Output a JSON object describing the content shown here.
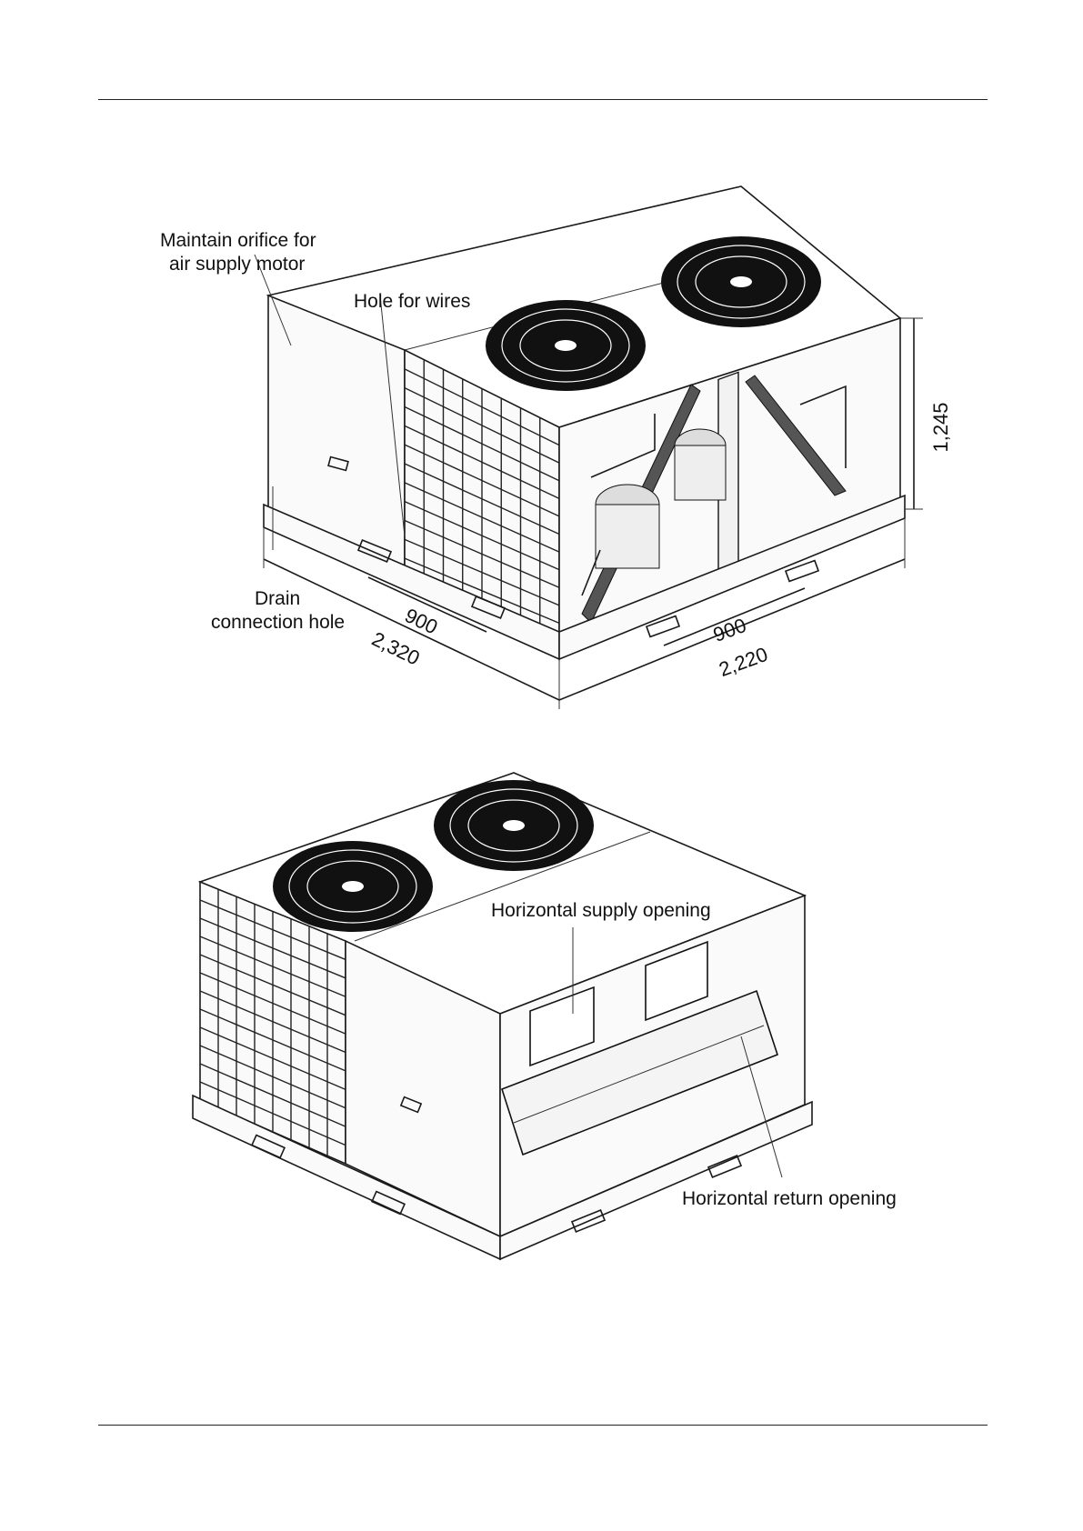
{
  "figure1": {
    "labels": {
      "orifice_line1": "Maintain orifice for",
      "orifice_line2": "air supply motor",
      "hole_for_wires": "Hole for wires",
      "drain_line1": "Drain",
      "drain_line2": "connection hole"
    },
    "dimensions": {
      "height": "1,245",
      "left_spacing": "900",
      "left_length": "2,320",
      "right_spacing": "900",
      "right_length": "2,220"
    }
  },
  "figure2": {
    "labels": {
      "supply_opening": "Horizontal supply opening",
      "return_opening": "Horizontal return opening"
    }
  }
}
